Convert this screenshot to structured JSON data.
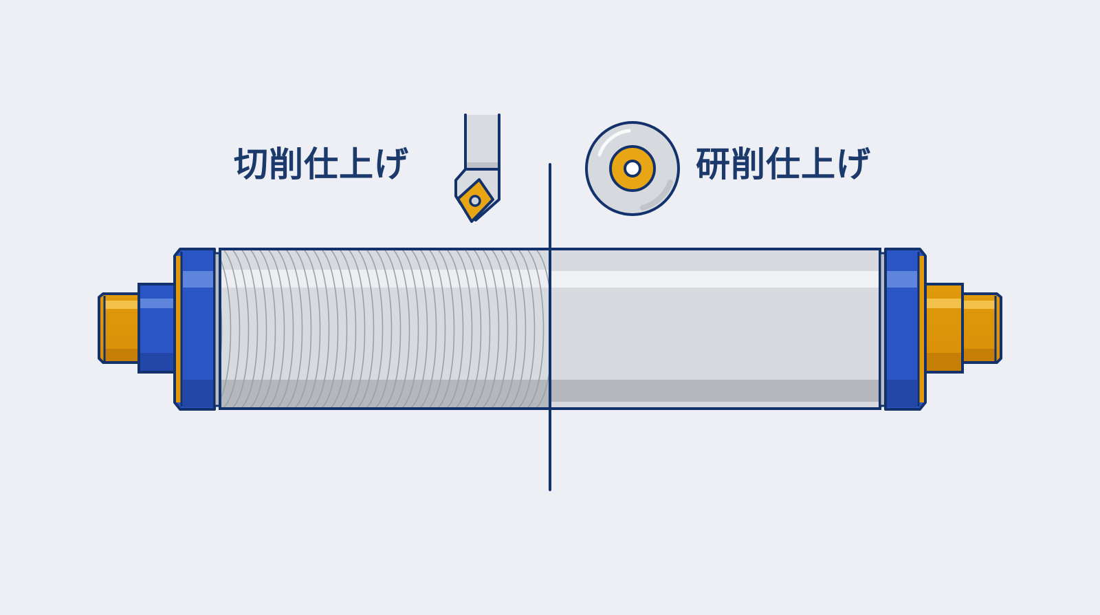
{
  "diagram": {
    "title_left": "切削仕上げ",
    "title_right": "研削仕上げ",
    "left_icon": "cutting-tool-icon",
    "right_icon": "grinding-wheel-icon",
    "subject": "shaft",
    "left_section": "threaded/turned surface with helical tool marks",
    "right_section": "smooth ground surface"
  },
  "colors": {
    "background": "#edeff4",
    "outline": "#13316b",
    "text": "#1b3a6b",
    "flange_blue": "#2a55c4",
    "flange_blue_highlight": "#5f86dc",
    "flange_blue_shadow": "#2247a8",
    "gold": "#e09a0a",
    "gold_highlight": "#f4c24a",
    "gold_shadow": "#c57f06",
    "steel_light": "#d7dade",
    "steel_highlight": "#eff1f3",
    "steel_shadow": "#b4b8be",
    "tool_mark": "#9aa0a8"
  }
}
